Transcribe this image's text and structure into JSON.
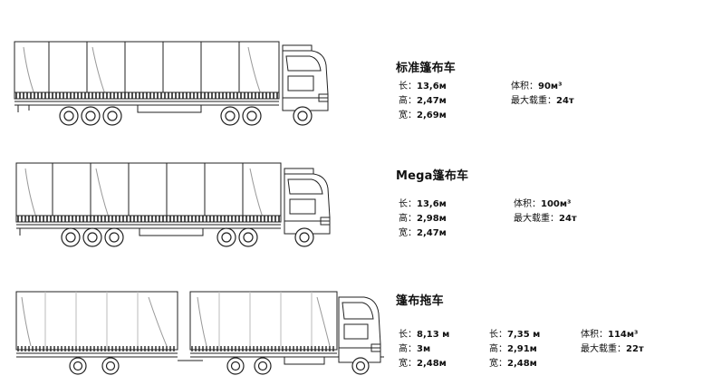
{
  "vehicles": [
    {
      "title": "标准篷布车",
      "col1": [
        {
          "label": "长：",
          "value": "13,6м"
        },
        {
          "label": "高：",
          "value": "2,47м"
        },
        {
          "label": "宽：",
          "value": "2,69м"
        }
      ],
      "col2": [
        {
          "label": "体积：",
          "value": "90м³"
        },
        {
          "label": "最大载重：",
          "value": "24т"
        }
      ]
    },
    {
      "title": "Mega篷布车",
      "col1": [
        {
          "label": "长：",
          "value": "13,6м"
        },
        {
          "label": "高：",
          "value": "2,98м"
        },
        {
          "label": "宽：",
          "value": "2,47м"
        }
      ],
      "col2": [
        {
          "label": "体积：",
          "value": "100м³"
        },
        {
          "label": "最大载重：",
          "value": "24т"
        }
      ]
    },
    {
      "title": "篷布拖车",
      "col1": [
        {
          "label": "长：",
          "value": "8,13 м"
        },
        {
          "label": "高：",
          "value": "3м"
        },
        {
          "label": "宽：",
          "value": "2,48м"
        }
      ],
      "col2": [
        {
          "label": "长：",
          "value": "7,35 м"
        },
        {
          "label": "高：",
          "value": "2,91м"
        },
        {
          "label": "宽：",
          "value": "2,48м"
        }
      ],
      "col3": [
        {
          "label": "体积：",
          "value": "114м³"
        },
        {
          "label": "最大载重：",
          "value": "22т"
        }
      ]
    }
  ]
}
